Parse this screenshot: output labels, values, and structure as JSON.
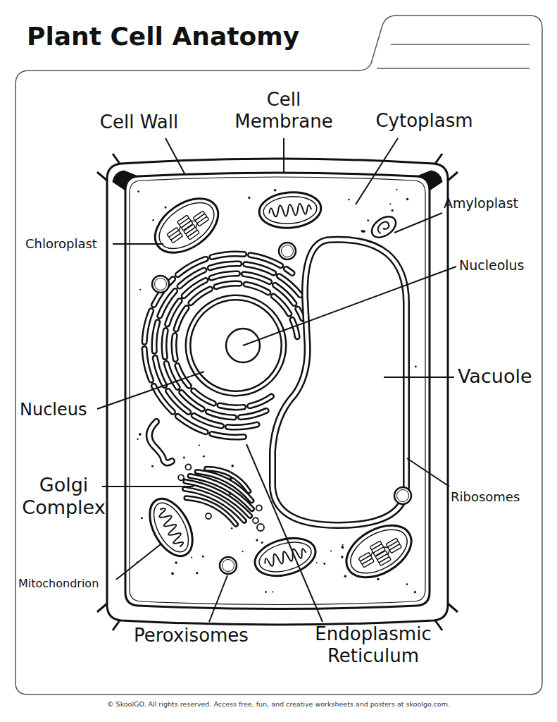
{
  "diagram": {
    "title": "Plant Cell Anatomy",
    "labels": [
      "Cell Wall",
      "Cell Membrane",
      "Cytoplasm",
      "Amyloplast",
      "Chloroplast",
      "Nucleolus",
      "Vacuole",
      "Nucleus",
      "Golgi Complex",
      "Ribosomes",
      "Mitochondrion",
      "Peroxisomes",
      "Endoplasmic Reticulum",
      "© SkoolGO. All rights reserved. Access free, fun, and creative worksheets and posters at skoolgo.com."
    ]
  }
}
